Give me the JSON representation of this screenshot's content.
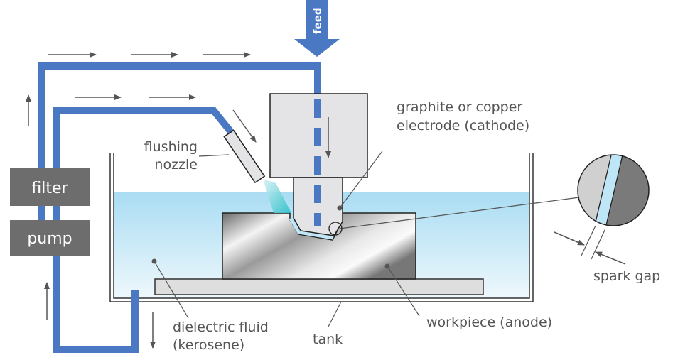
{
  "labels": {
    "feed": "feed",
    "filter": "filter",
    "pump": "pump",
    "flushing_1": "flushing",
    "flushing_2": "nozzle",
    "electrode_1": "graphite or copper",
    "electrode_2": "electrode (cathode)",
    "dielectric_1": "dielectric fluid",
    "dielectric_2": "(kerosene)",
    "tank": "tank",
    "workpiece": "workpiece (anode)",
    "spark_gap": "spark gap"
  },
  "colors": {
    "pipe": "#4a78c2",
    "box": "#6d6d6d",
    "fluid": "#a9dcf3",
    "electrode": "#e4e4e6"
  }
}
